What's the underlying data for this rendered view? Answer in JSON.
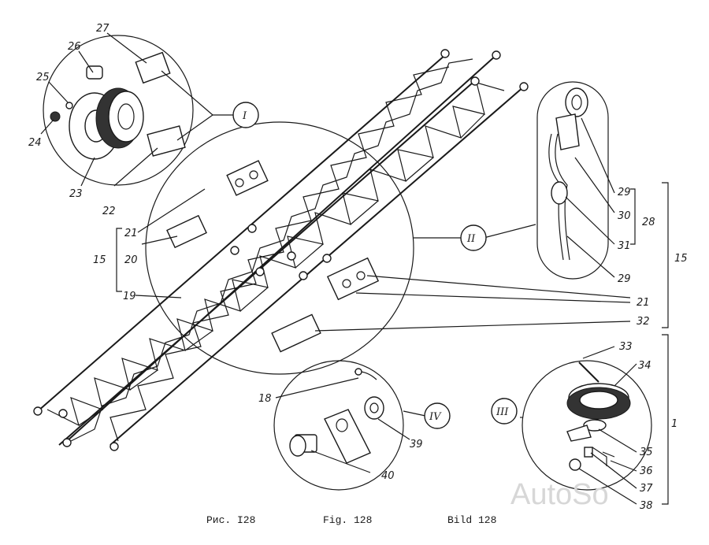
{
  "callouts": {
    "n1": "1",
    "n15a": "15",
    "n15b": "15",
    "n18": "18",
    "n19": "19",
    "n20": "20",
    "n21a": "21",
    "n21b": "21",
    "n22": "22",
    "n23": "23",
    "n24": "24",
    "n25": "25",
    "n26": "26",
    "n27": "27",
    "n28": "28",
    "n29a": "29",
    "n29b": "29",
    "n30": "30",
    "n31": "31",
    "n32": "32",
    "n33": "33",
    "n34": "34",
    "n35": "35",
    "n36": "36",
    "n37": "37",
    "n38": "38",
    "n39": "39",
    "n40": "40"
  },
  "detail_labels": {
    "I": "I",
    "II": "II",
    "III": "III",
    "IV": "IV"
  },
  "captions": {
    "ru": "Рис. I28",
    "en": "Fig. 128",
    "de": "Bild 128"
  },
  "watermark": "AutoSo"
}
